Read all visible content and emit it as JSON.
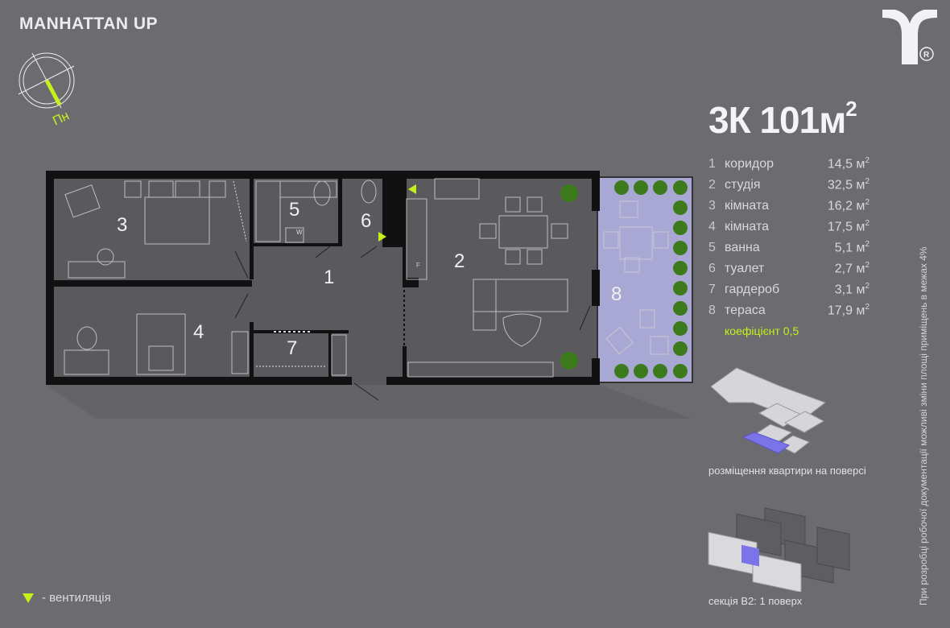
{
  "brand": "MANHATTAN UP",
  "compass_label": "Пн",
  "logo_mark": "®",
  "apartment": {
    "type": "3К",
    "area": "101",
    "unit": "м",
    "unit_sup": "2"
  },
  "rooms": [
    {
      "num": "1",
      "name": "коридор",
      "area": "14,5 м",
      "sup": "2"
    },
    {
      "num": "2",
      "name": "студія",
      "area": "32,5 м",
      "sup": "2"
    },
    {
      "num": "3",
      "name": "кімната",
      "area": "16,2 м",
      "sup": "2"
    },
    {
      "num": "4",
      "name": "кімната",
      "area": "17,5 м",
      "sup": "2"
    },
    {
      "num": "5",
      "name": "ванна",
      "area": "5,1 м",
      "sup": "2"
    },
    {
      "num": "6",
      "name": "туалет",
      "area": "2,7 м",
      "sup": "2"
    },
    {
      "num": "7",
      "name": "гардероб",
      "area": "3,1 м",
      "sup": "2"
    },
    {
      "num": "8",
      "name": "тераса",
      "area": "17,9 м",
      "sup": "2"
    }
  ],
  "coefficient": "коефіцієнт 0,5",
  "note": "При розробці робочої документації можливі зміни площі приміщень в межах 4%",
  "floor_caption": "розміщення квартири на поверсі",
  "section_caption": "секція В2: 1 поверх",
  "legend": "- вентиляція",
  "plan_labels": {
    "washer": "W",
    "fridge": "F"
  },
  "colors": {
    "accent": "#c6f01a",
    "highlight": "#7b74e8",
    "terrace": "#a9a7d4",
    "background": "#6b6b70"
  }
}
